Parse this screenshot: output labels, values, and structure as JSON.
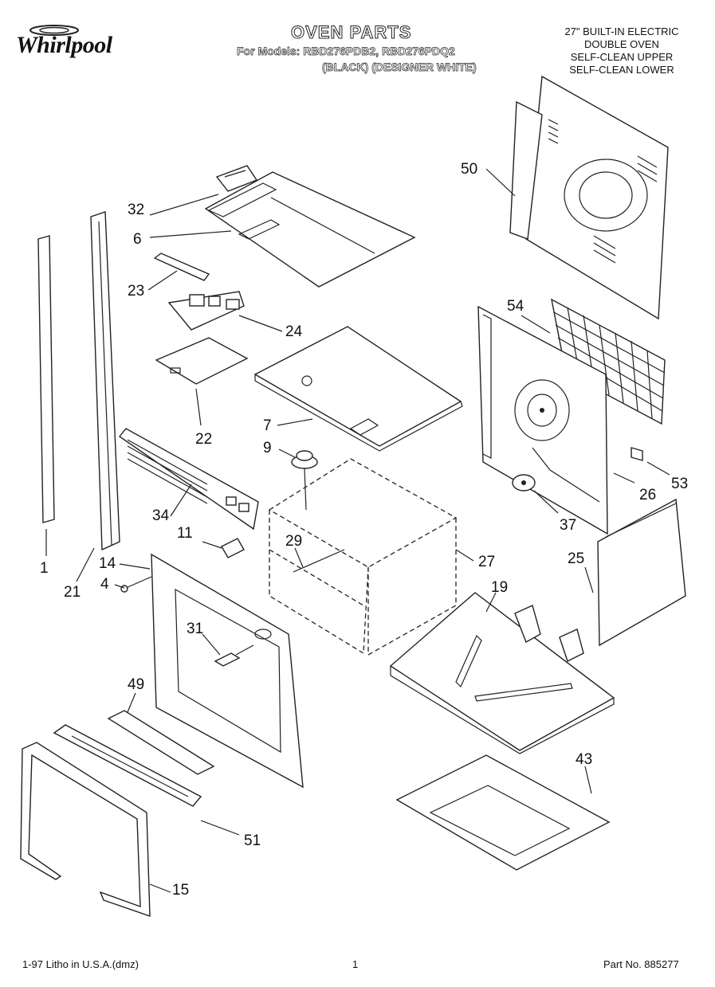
{
  "header": {
    "brand": "Whirlpool",
    "title": "OVEN PARTS",
    "models_line": "For Models: RBD276PDB2, RBD276PDQ2",
    "colors_line": "(BLACK) (DESIGNER WHITE)",
    "description": [
      "27\" BUILT-IN ELECTRIC",
      "DOUBLE OVEN",
      "SELF-CLEAN UPPER",
      "SELF-CLEAN LOWER"
    ]
  },
  "callouts": {
    "p1": "1",
    "p4": "4",
    "p6": "6",
    "p7": "7",
    "p9": "9",
    "p11": "11",
    "p14": "14",
    "p15": "15",
    "p19": "19",
    "p21": "21",
    "p22": "22",
    "p23": "23",
    "p24": "24",
    "p25": "25",
    "p26": "26",
    "p27": "27",
    "p29": "29",
    "p31": "31",
    "p32": "32",
    "p34": "34",
    "p37": "37",
    "p43": "43",
    "p49": "49",
    "p50": "50",
    "p51": "51",
    "p53": "53",
    "p54": "54"
  },
  "footer": {
    "litho": "1-97 Litho in U.S.A.(dmz)",
    "page": "1",
    "part_no": "Part No. 885277"
  }
}
